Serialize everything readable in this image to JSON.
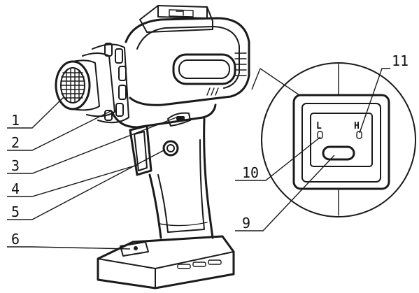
{
  "callouts": [
    "1",
    "2",
    "3",
    "4",
    "5",
    "6",
    "9",
    "10",
    "11"
  ],
  "inset": {
    "left_mark": "L",
    "right_mark": "H"
  }
}
